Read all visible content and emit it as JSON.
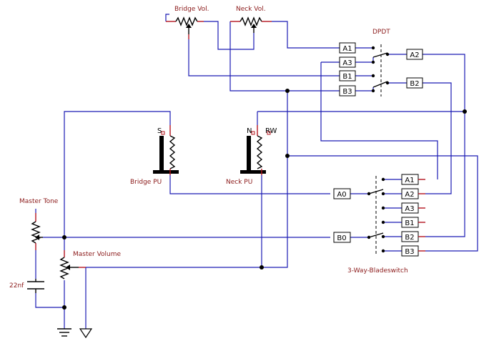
{
  "labels": {
    "bridge_vol": "Bridge Vol.",
    "neck_vol": "Neck Vol.",
    "dpdt": "DPDT",
    "bridge_pu": "Bridge PU",
    "neck_pu": "Neck PU",
    "pin_s": "S",
    "pin_n": "N",
    "pin_rw": "RW",
    "master_tone": "Master Tone",
    "master_volume": "Master Volume",
    "cap": "22nf",
    "blade_switch": "3-Way-Bladeswitch"
  },
  "dpdt_pins": {
    "a1": "A1",
    "a3": "A3",
    "b1": "B1",
    "b3": "B3",
    "a2": "A2",
    "b2": "B2"
  },
  "blade_pins": {
    "a0": "A0",
    "b0": "B0",
    "a1": "A1",
    "a2": "A2",
    "a3": "A3",
    "b1": "B1",
    "b2": "B2",
    "b3": "B3"
  }
}
